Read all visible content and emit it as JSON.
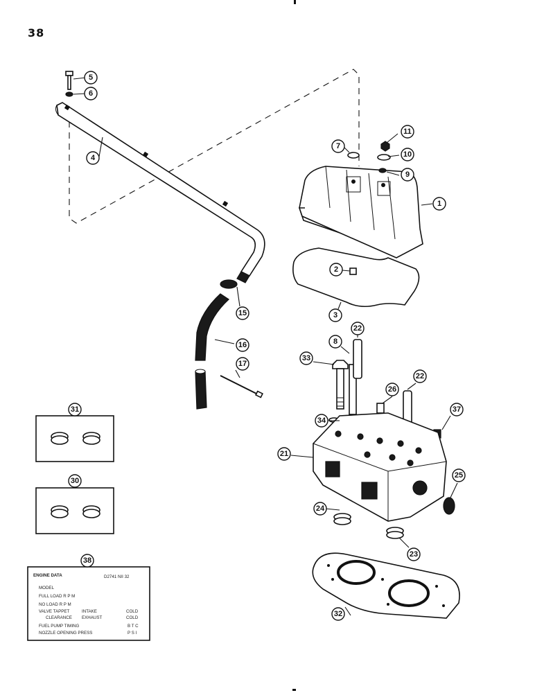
{
  "page": {
    "number": "38"
  },
  "callouts": {
    "c1": "1",
    "c2": "2",
    "c3": "3",
    "c4": "4",
    "c5": "5",
    "c6": "6",
    "c7": "7",
    "c8": "8",
    "c9": "9",
    "c10": "10",
    "c11": "11",
    "c15": "15",
    "c16": "16",
    "c17": "17",
    "c21": "21",
    "c22a": "22",
    "c22b": "22",
    "c23": "23",
    "c24": "24",
    "c25": "25",
    "c26": "26",
    "c30": "30",
    "c31": "31",
    "c32": "32",
    "c33": "33",
    "c34": "34",
    "c37": "37",
    "c38": "38"
  },
  "engine_data_card": {
    "title": "ENGINE DATA",
    "part_no": "D2741 NII 32",
    "rows": [
      {
        "label": "MODEL",
        "middle": "",
        "right": ""
      },
      {
        "label": "FULL LOAD R P M",
        "middle": "",
        "right": ""
      },
      {
        "label": "NO LOAD R P M",
        "middle": "",
        "right": ""
      },
      {
        "label": "VALVE TAPPET",
        "middle": "INTAKE",
        "right": "COLD"
      },
      {
        "label": "CLEARANCE",
        "middle": "EXHAUST",
        "right": "COLD"
      },
      {
        "label": "FUEL PUMP TIMING",
        "middle": "",
        "right": "B T C"
      },
      {
        "label": "NOZZLE OPENING PRESS",
        "middle": "",
        "right": "P S I"
      }
    ]
  },
  "icons": [
    "bolt-icon",
    "washer-icon",
    "breather-tube-icon",
    "valve-cover-icon",
    "gasket-icon",
    "cylinder-head-icon",
    "hose-icon",
    "ring-icon"
  ]
}
